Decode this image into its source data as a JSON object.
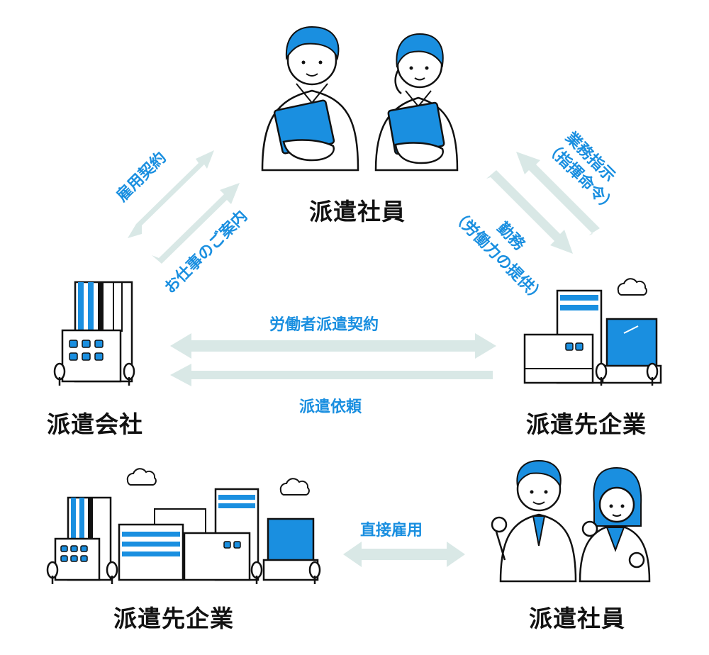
{
  "nodes": {
    "top_staff": "派遣社員",
    "dispatch_company": "派遣会社",
    "client_company": "派遣先企業",
    "bottom_client": "派遣先企業",
    "bottom_staff": "派遣社員"
  },
  "relations": {
    "employment_contract": "雇用契約",
    "job_introduction": "お仕事のご案内",
    "work_instruction": "業務指示",
    "work_instruction_sub": "（指揮命令）",
    "labor": "勤務",
    "labor_sub": "（労働力の提供）",
    "dispatch_contract": "労働者派遣契約",
    "dispatch_request": "派遣依頼",
    "direct_hire": "直接雇用"
  },
  "colors": {
    "accent": "#1a8fe0",
    "arrow": "#d9e8e6",
    "ink": "#111111"
  }
}
